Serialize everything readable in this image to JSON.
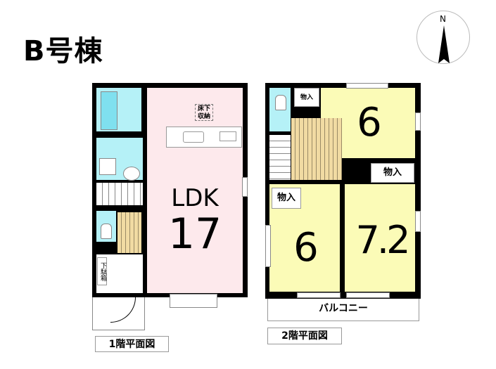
{
  "title": "B号棟",
  "compass": {
    "north_label": "N"
  },
  "floor1": {
    "caption": "1階平面図",
    "ldk_label": "LDK",
    "ldk_size": "17",
    "underfloor_storage": "床下収納",
    "shoe_box": "下駄箱"
  },
  "floor2": {
    "caption": "2階平面図",
    "room_top_size": "6",
    "room_left_size": "6",
    "room_right_size": "7.2",
    "storage_top": "物入",
    "storage_left": "物入",
    "storage_right": "物入",
    "balcony": "バルコニー"
  },
  "colors": {
    "ldk": "#fde9ec",
    "wet": "#b5f1f7",
    "room": "#fbfbb7",
    "stair": "#f1dba3"
  }
}
